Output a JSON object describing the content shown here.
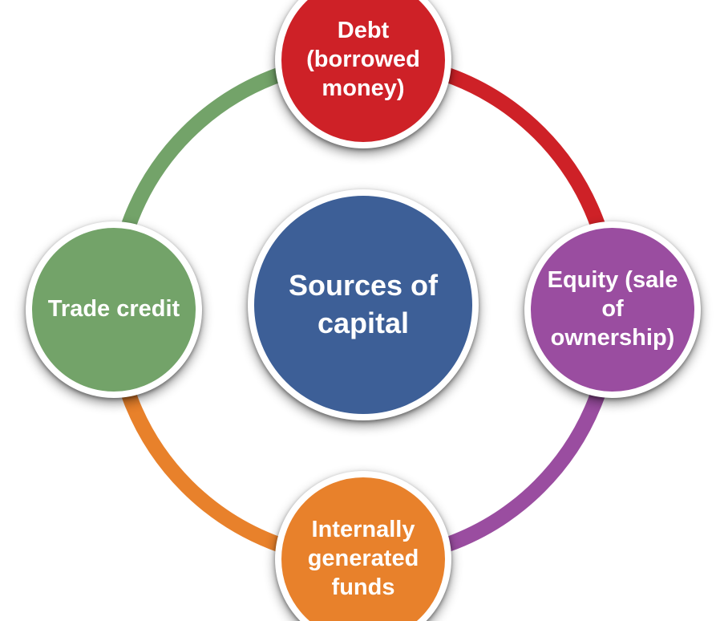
{
  "diagram": {
    "center": {
      "label": "Sources of capital",
      "color": "#3d5f97"
    },
    "nodes": [
      {
        "id": "debt",
        "label": "Debt (borrowed money)",
        "color": "#ce2127",
        "position": "top"
      },
      {
        "id": "equity",
        "label": "Equity (sale of ownership)",
        "color": "#9a4da0",
        "position": "right"
      },
      {
        "id": "internal",
        "label": "Internally generated funds",
        "color": "#e8812b",
        "position": "bottom"
      },
      {
        "id": "trade",
        "label": "Trade credit",
        "color": "#73a369",
        "position": "left"
      }
    ],
    "ring": {
      "description": "circular connector",
      "arc_colors": [
        "#73a369",
        "#ce2127",
        "#9a4da0",
        "#e8812b"
      ]
    }
  }
}
